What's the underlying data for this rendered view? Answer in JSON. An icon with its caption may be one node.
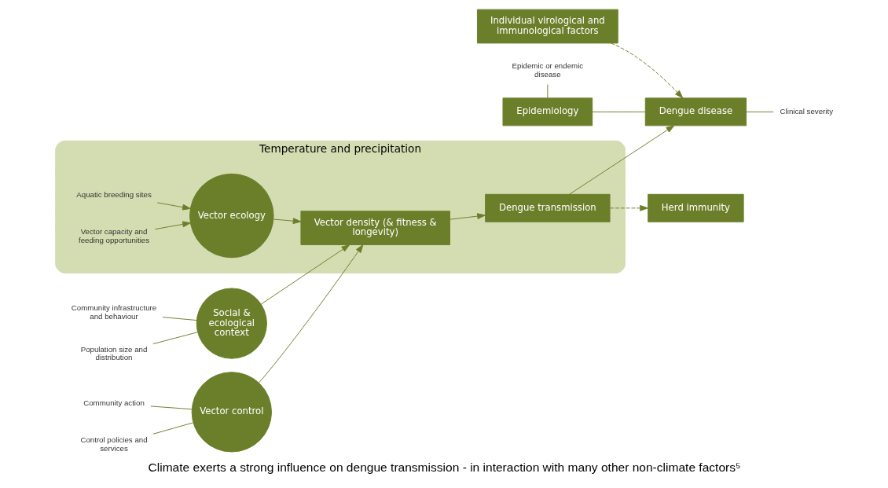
{
  "diagram": {
    "caption": "Climate exerts a strong influence on dengue transmission - in interaction with many other non-climate factors⁵",
    "nodes": [
      {
        "text": [
          "Temperature and precipitation"
        ]
      },
      {
        "text": [
          "Population size and distribution"
        ]
      },
      {
        "text": [
          "Community infrastructure and behaviour"
        ]
      },
      {
        "text": [
          "Social & ecological context"
        ]
      },
      {
        "text": [
          "Control policies and services"
        ]
      },
      {
        "text": [
          "Community action"
        ]
      },
      {
        "text": [
          "Vector control"
        ]
      },
      {
        "text": [
          "Aquatic breeding sites"
        ],
        "in": 0
      },
      {
        "text": [
          "Vector ecology"
        ],
        "in": 0
      },
      {
        "text": [
          "Vector capacity and feeding opportunities"
        ],
        "in": 0
      },
      {
        "text": [
          "Vector density (& fitness & longevity)"
        ],
        "in": 0
      },
      {
        "text": [
          "Dengue transmission"
        ],
        "in": 0
      },
      {
        "text": [
          "Individual virological and immunological factors"
        ]
      },
      {
        "text": [
          "Epidemic or endemic disease"
        ]
      },
      {
        "text": [
          "Epidemiology"
        ]
      },
      {
        "text": [
          "Dengue disease"
        ]
      },
      {
        "text": [
          "Clinical severity"
        ]
      },
      {
        "text": [
          "Herd immunity"
        ]
      }
    ],
    "edges": [
      {
        "from": 1,
        "to": 3,
        "arrow": "none"
      },
      {
        "from": 2,
        "to": 3,
        "arrow": "none"
      },
      {
        "from": 4,
        "to": 6,
        "arrow": "none"
      },
      {
        "from": 5,
        "to": 6,
        "arrow": "none"
      },
      {
        "from": 7,
        "to": 8,
        "arrow": "to"
      },
      {
        "from": 9,
        "to": 8,
        "arrow": "to"
      },
      {
        "from": 3,
        "to": 10,
        "arrow": "to"
      },
      {
        "from": 6,
        "to": 10,
        "arrow": "to"
      },
      {
        "from": 8,
        "to": 10,
        "arrow": "to"
      },
      {
        "from": 10,
        "to": 11,
        "arrow": "to"
      },
      {
        "from": 11,
        "to": 15,
        "arrow": "to"
      },
      {
        "from": 11,
        "to": 17,
        "arrow": "to",
        "style": "dashed"
      },
      {
        "from": 12,
        "to": 15,
        "arrow": "to",
        "style": "dashed"
      },
      {
        "from": 13,
        "to": 14,
        "arrow": "none"
      },
      {
        "from": 14,
        "to": 15,
        "arrow": "none"
      },
      {
        "from": 15,
        "to": 16,
        "arrow": "none"
      }
    ]
  }
}
